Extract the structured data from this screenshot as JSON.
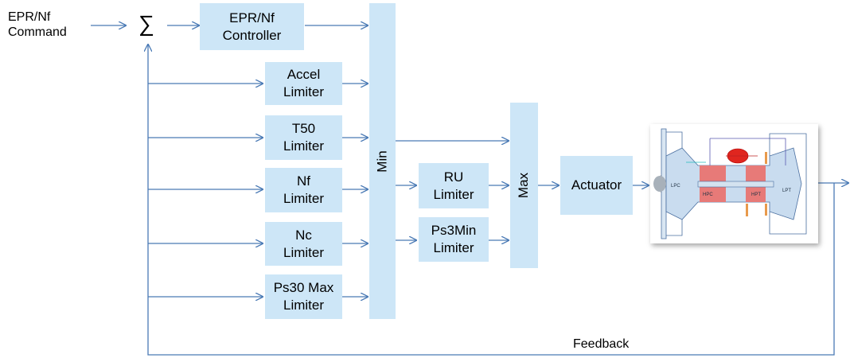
{
  "input_label": "EPR/Nf\nCommand",
  "summing_symbol": "∑",
  "feedback_label": "Feedback",
  "colors": {
    "block_fill": "#cde6f7",
    "wire": "#4a7ab5"
  },
  "blocks": {
    "controller": "EPR/Nf\nController",
    "accel": "Accel\nLimiter",
    "t50": "T50\nLimiter",
    "nf": "Nf\nLimiter",
    "nc": "Nc\nLimiter",
    "ps30": "Ps30 Max\nLimiter",
    "ru": "RU\nLimiter",
    "ps3min": "Ps3Min\nLimiter",
    "actuator": "Actuator",
    "min": "Min",
    "max": "Max"
  },
  "engine": {
    "left_compressor": "LPC",
    "hp_compressor": "HPC",
    "hp_turbine": "HPT",
    "lp_turbine": "LPT"
  }
}
